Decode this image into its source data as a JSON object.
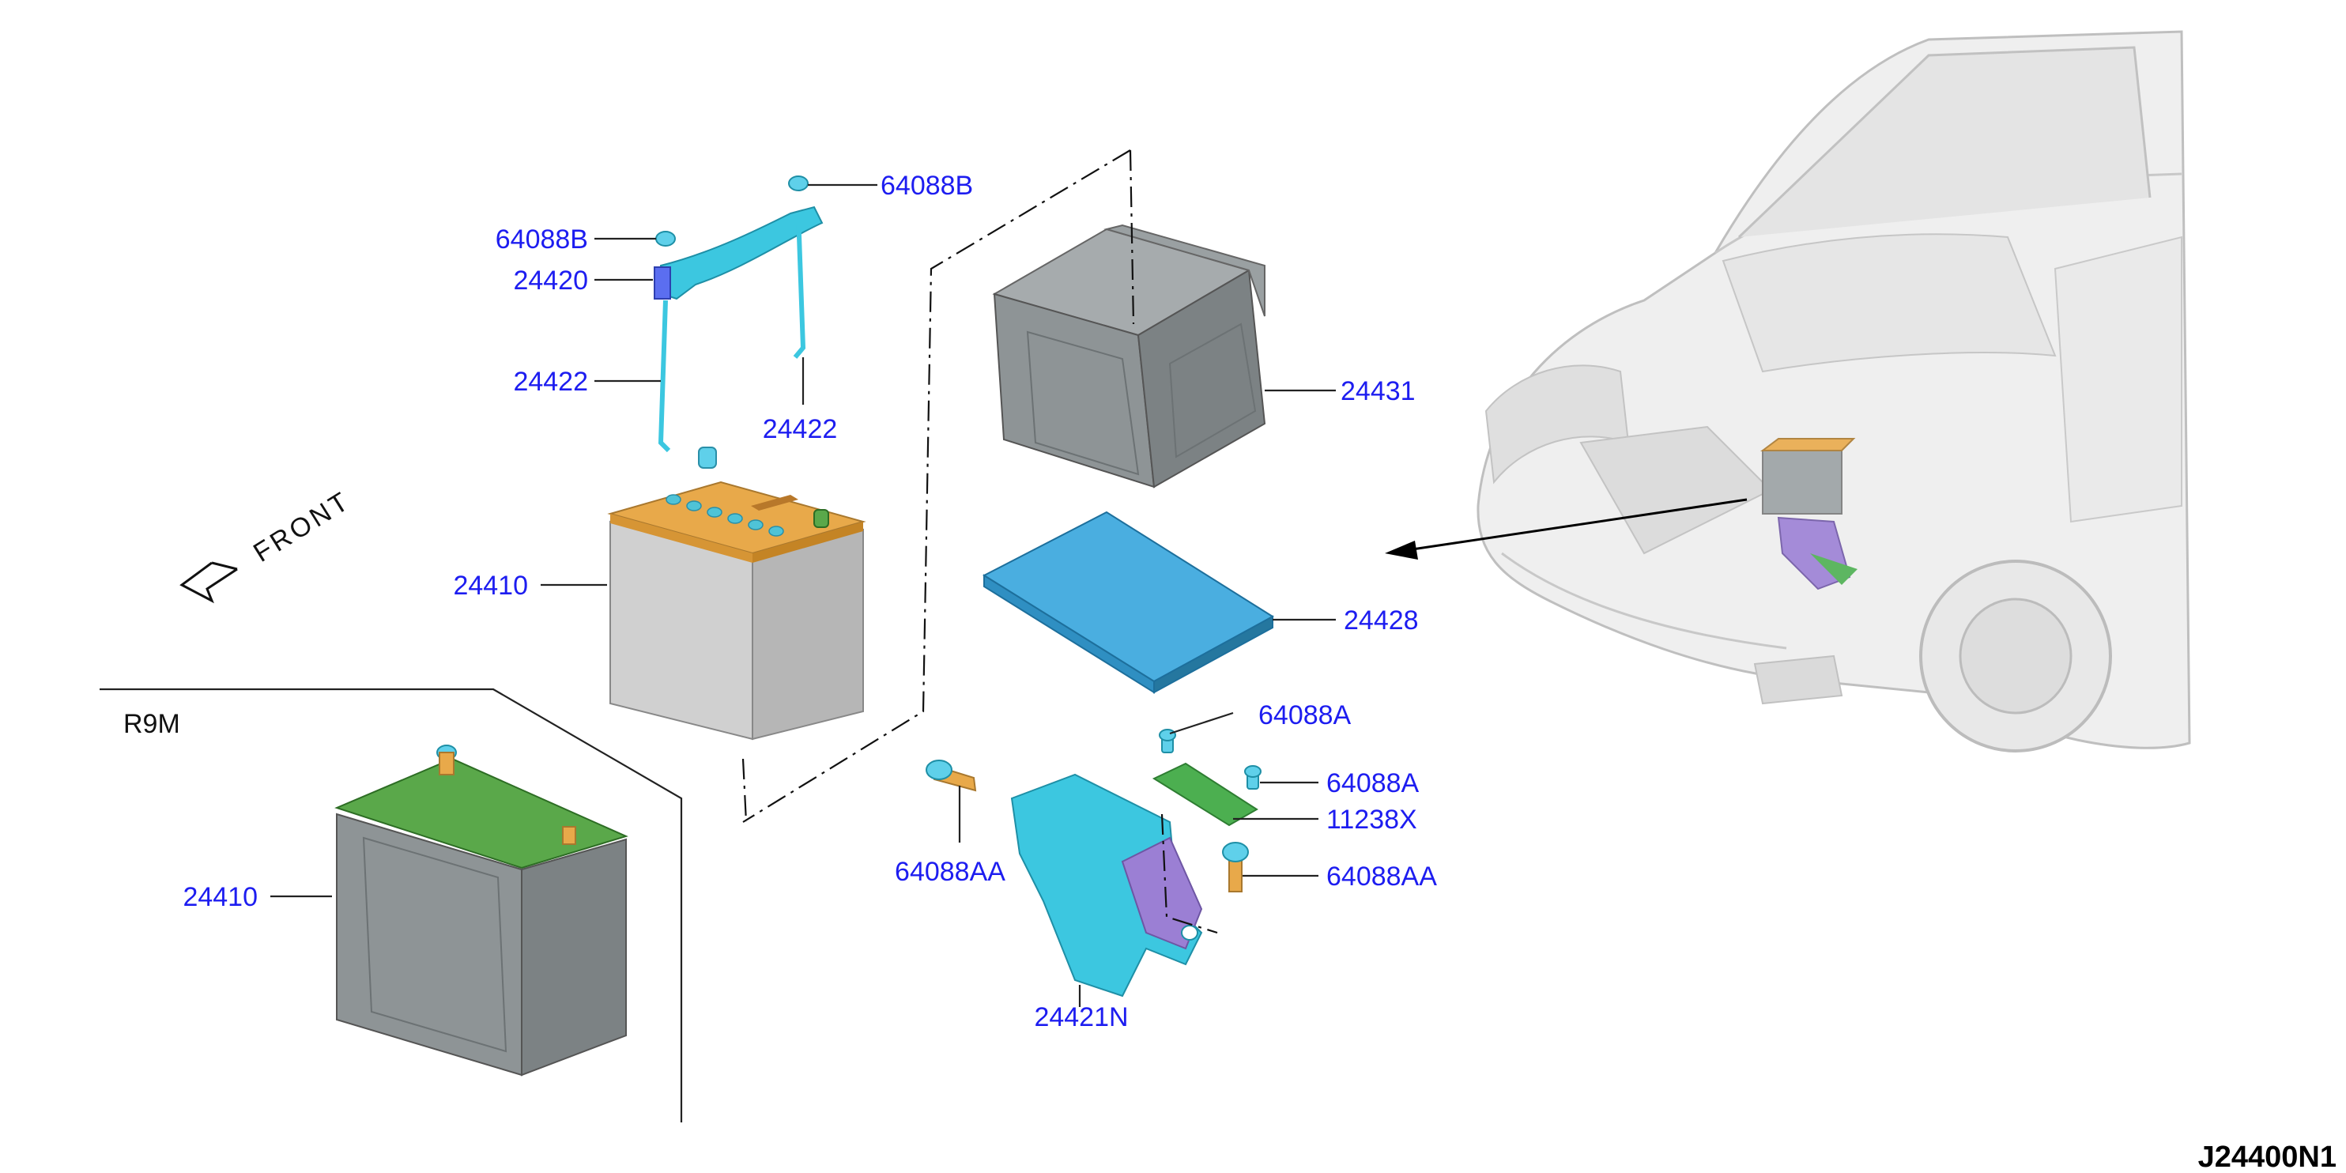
{
  "colors": {
    "callout_text": "#1d1df0",
    "battery_top_orange": "#e8a94a",
    "battery_body_gray": "#c9c9c9",
    "battery_green_top": "#5aa84a",
    "box_gray": "#8e9496",
    "tray_blue": "#4aaee0",
    "bracket_cyan": "#3cc7e0",
    "bracket_purple": "#9b7fd4",
    "plate_green": "#4caf50",
    "bolt_cyan": "#5fd0ea"
  },
  "labels": {
    "front": "FRONT",
    "variant": "R9M",
    "diagram_ref": "J24400N1"
  },
  "callouts": {
    "p64088b_left": "64088B",
    "p64088b_right": "64088B",
    "p24420": "24420",
    "p24422_left": "24422",
    "p24422_right": "24422",
    "p24410_top": "24410",
    "p24410_bottom": "24410",
    "p24431": "24431",
    "p24428": "24428",
    "p64088a_1": "64088A",
    "p64088a_2": "64088A",
    "p11238x": "11238X",
    "p64088aa_left": "64088AA",
    "p64088aa_right": "64088AA",
    "p24421n": "24421N"
  },
  "icons": {
    "front_arrow": "front-arrow-icon",
    "locator_arrow": "locator-arrow-icon"
  }
}
